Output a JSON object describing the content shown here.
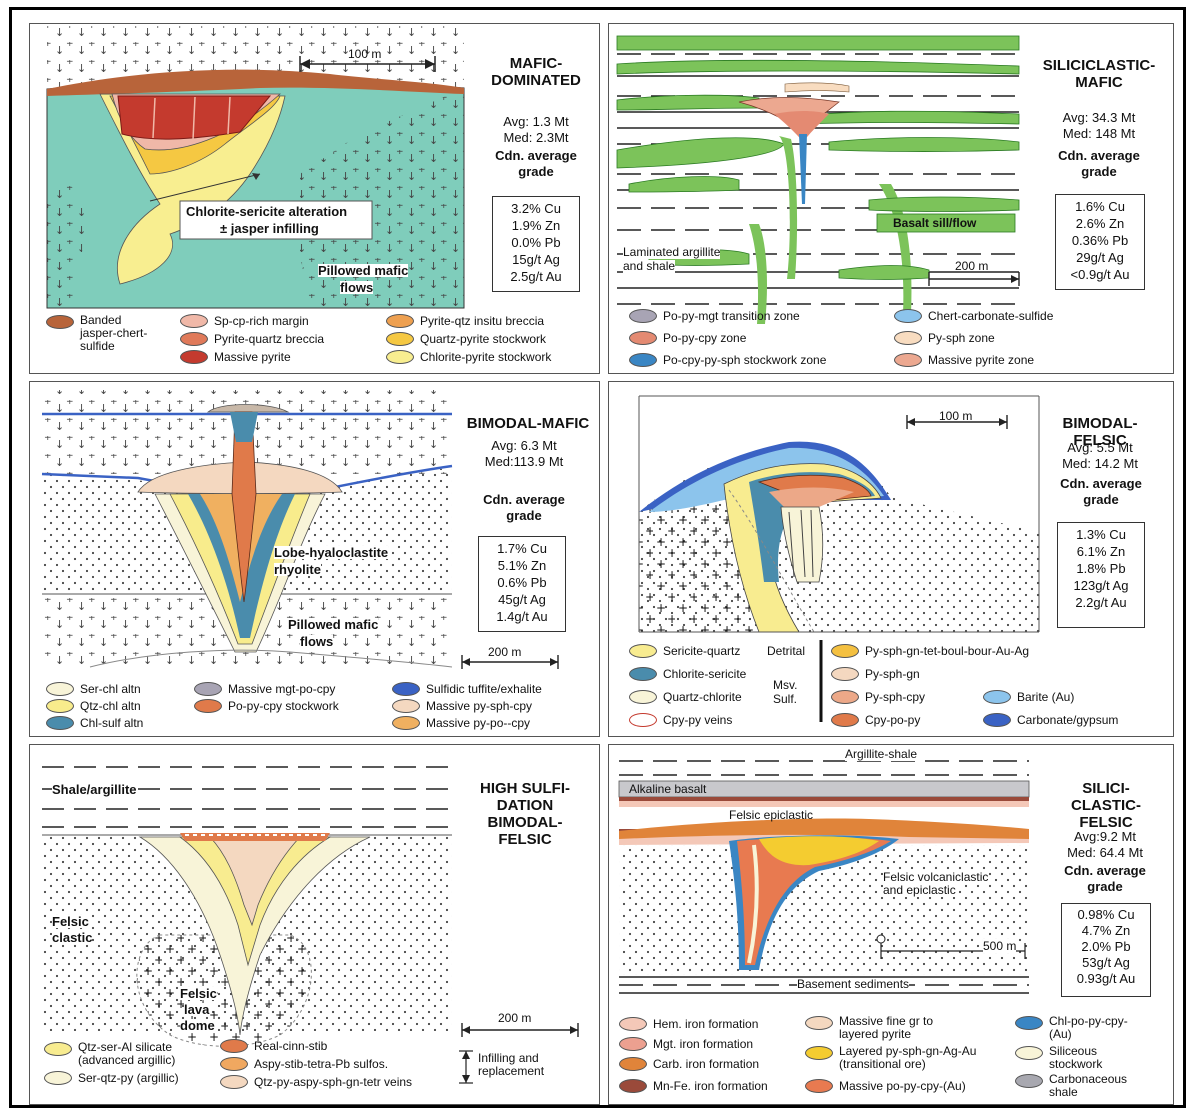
{
  "panels": {
    "mafic": {
      "title": [
        "MAFIC-",
        "DOMINATED"
      ],
      "avg": "Avg: 1.3 Mt",
      "med": "Med: 2.3Mt",
      "cdn": "Cdn. average grade",
      "grades": [
        "3.2% Cu",
        "1.9% Zn",
        "0.0% Pb",
        "15g/t Ag",
        "2.5g/t Au"
      ],
      "scale": "100 m",
      "labels": {
        "alteration": "Chlorite-sericite alteration",
        "alteration2": "± jasper infilling",
        "pillowed": "Pillowed mafic",
        "pillowed2": "flows"
      },
      "legend": [
        {
          "label": "Banded jasper-chert-sulfide",
          "color": "#b8643a"
        },
        {
          "label": "Sp-cp-rich margin",
          "color": "#f0b8a8"
        },
        {
          "label": "Pyrite-quartz breccia",
          "color": "#e07a5a"
        },
        {
          "label": "Massive pyrite",
          "color": "#c43a2e"
        },
        {
          "label": "Pyrite-qtz insitu breccia",
          "color": "#eea050"
        },
        {
          "label": "Quartz-pyrite stockwork",
          "color": "#f5c842"
        },
        {
          "label": "Chlorite-pyrite stockwork",
          "color": "#f8ee90"
        }
      ]
    },
    "silmafic": {
      "title": [
        "SILICICLASTIC-",
        "MAFIC"
      ],
      "avg": "Avg: 34.3 Mt",
      "med": "Med: 148 Mt",
      "cdn": "Cdn. average grade",
      "grades": [
        "1.6% Cu",
        "2.6% Zn",
        "0.36% Pb",
        "29g/t Ag",
        "<0.9g/t Au"
      ],
      "scale": "200 m",
      "labels": {
        "basalt": "Basalt sill/flow",
        "argillite": "Laminated argillite",
        "argillite2": "and shale"
      },
      "legend": [
        {
          "label": "Po-py-mgt transition zone",
          "color": "#a8a4b4"
        },
        {
          "label": "Po-py-cpy zone",
          "color": "#e48a72"
        },
        {
          "label": "Po-cpy-py-sph stockwork zone",
          "color": "#3a86c4"
        },
        {
          "label": "Chert-carbonate-sulfide",
          "color": "#8cc4ec"
        },
        {
          "label": "Py-sph zone",
          "color": "#f8dcc0"
        },
        {
          "label": "Massive pyrite  zone",
          "color": "#eca890"
        }
      ]
    },
    "bimafic": {
      "title": [
        "BIMODAL-MAFIC"
      ],
      "avg": "Avg: 6.3 Mt",
      "med": "Med:113.9 Mt",
      "cdn": "Cdn. average grade",
      "grades": [
        "1.7% Cu",
        "5.1% Zn",
        "0.6% Pb",
        "45g/t Ag",
        "1.4g/t Au"
      ],
      "scale": "200 m",
      "labels": {
        "lobe": "Lobe-hyaloclastite",
        "lobe2": "rhyolite",
        "pillowed": "Pillowed mafic",
        "pillowed2": "flows"
      },
      "legend": [
        {
          "label": "Ser-chl altn",
          "color": "#f8f4d8"
        },
        {
          "label": "Qtz-chl altn",
          "color": "#f8ec8c"
        },
        {
          "label": "Chl-sulf altn",
          "color": "#4a8cac"
        },
        {
          "label": "Massive mgt-po-cpy",
          "color": "#a8a4b4"
        },
        {
          "label": "Po-py-cpy stockwork",
          "color": "#e07a4a"
        },
        {
          "label": "Sulfidic tuffite/exhalite",
          "color": "#3a62c4"
        },
        {
          "label": "Massive py-sph-cpy",
          "color": "#f4d8c0"
        },
        {
          "label": "Massive py-po--cpy",
          "color": "#f0b060"
        }
      ]
    },
    "bifelsic": {
      "title": [
        "BIMODAL-",
        "FELSIC"
      ],
      "avg": "Avg: 5.5 Mt",
      "med": "Med: 14.2 Mt",
      "cdn": "Cdn. average grade",
      "grades": [
        "1.3% Cu",
        "6.1% Zn",
        "1.8% Pb",
        "123g/t Ag",
        "2.2g/t Au"
      ],
      "scale": "100 m",
      "detrital": "Detrital",
      "msv": "Msv.",
      "sulf": "Sulf.",
      "legend_left": [
        {
          "label": "Sericite-quartz",
          "color": "#f8ec90"
        },
        {
          "label": "Chlorite-sericite",
          "color": "#4a8cac"
        },
        {
          "label": "Quartz-chlorite",
          "color": "#f8f4d8"
        },
        {
          "label": "Cpy-py veins",
          "color": "#ffffff"
        }
      ],
      "legend_right": [
        {
          "label": "Py-sph-gn-tet-boul-bour-Au-Ag",
          "color": "#f4c040"
        },
        {
          "label": "Py-sph-gn",
          "color": "#f4d8c0"
        },
        {
          "label": "Py-sph-cpy",
          "color": "#eca888"
        },
        {
          "label": "Cpy-po-py",
          "color": "#e07a4a"
        },
        {
          "label": "Barite (Au)",
          "color": "#8cc4ec"
        },
        {
          "label": "Carbonate/gypsum",
          "color": "#3a62c4"
        }
      ]
    },
    "hsbf": {
      "title": [
        "HIGH SULFI-",
        "DATION",
        "BIMODAL-",
        "FELSIC"
      ],
      "scale": "200 m",
      "infill": "Infilling and",
      "infill2": "replacement",
      "labels": {
        "shale": "Shale/argillite",
        "clastic": "Felsic",
        "clastic2": "clastic",
        "dome": "Felsic",
        "dome2": "lava",
        "dome3": "dome"
      },
      "legend": [
        {
          "label": "Qtz-ser-Al silicate (advanced argillic)",
          "color": "#f8ec90"
        },
        {
          "label": "Ser-qtz-py (argillic)",
          "color": "#f8f4d8"
        },
        {
          "label": "Real-cinn-stib",
          "color": "#e07a4a"
        },
        {
          "label": "Aspy-stib-tetra-Pb sulfos.",
          "color": "#f0a860"
        },
        {
          "label": "Qtz-py-aspy-sph-gn-tetr veins",
          "color": "#f4d8c0"
        }
      ]
    },
    "silfelsic": {
      "title": [
        "SILICI-",
        "CLASTIC-",
        "FELSIC"
      ],
      "avg": "Avg:9.2 Mt",
      "med": "Med: 64.4 Mt",
      "cdn": "Cdn. average grade",
      "grades": [
        "0.98% Cu",
        "4.7% Zn",
        "2.0% Pb",
        "53g/t Ag",
        "0.93g/t Au"
      ],
      "scale": "500 m",
      "labels": {
        "argshale": "Argillite-shale",
        "basalt": "Alkaline basalt",
        "epiclastic": "Felsic epiclastic",
        "volc": "Felsic volcaniclastic",
        "volc2": "and epiclastic",
        "basement": "Basement sediments"
      },
      "legend": [
        {
          "label": "Hem. iron formation",
          "color": "#f4c8b8"
        },
        {
          "label": "Mgt. iron formation",
          "color": "#eca090"
        },
        {
          "label": "Carb. iron formation",
          "color": "#e0843a"
        },
        {
          "label": "Mn-Fe. iron formation",
          "color": "#9a4a3a"
        },
        {
          "label": "Massive fine gr to layered pyrite",
          "color": "#f4d8c0"
        },
        {
          "label": "Layered py-sph-gn-Ag-Au (transitional ore)",
          "color": "#f4cc30"
        },
        {
          "label": "Massive po-py-cpy-(Au)",
          "color": "#e87a50"
        },
        {
          "label": "Chl-po-py-cpy-(Au)",
          "color": "#3a86c4"
        },
        {
          "label": "Siliceous stockwork",
          "color": "#f8f4d8"
        },
        {
          "label": "Carbonaceous shale",
          "color": "#a8a8b0"
        }
      ]
    }
  }
}
